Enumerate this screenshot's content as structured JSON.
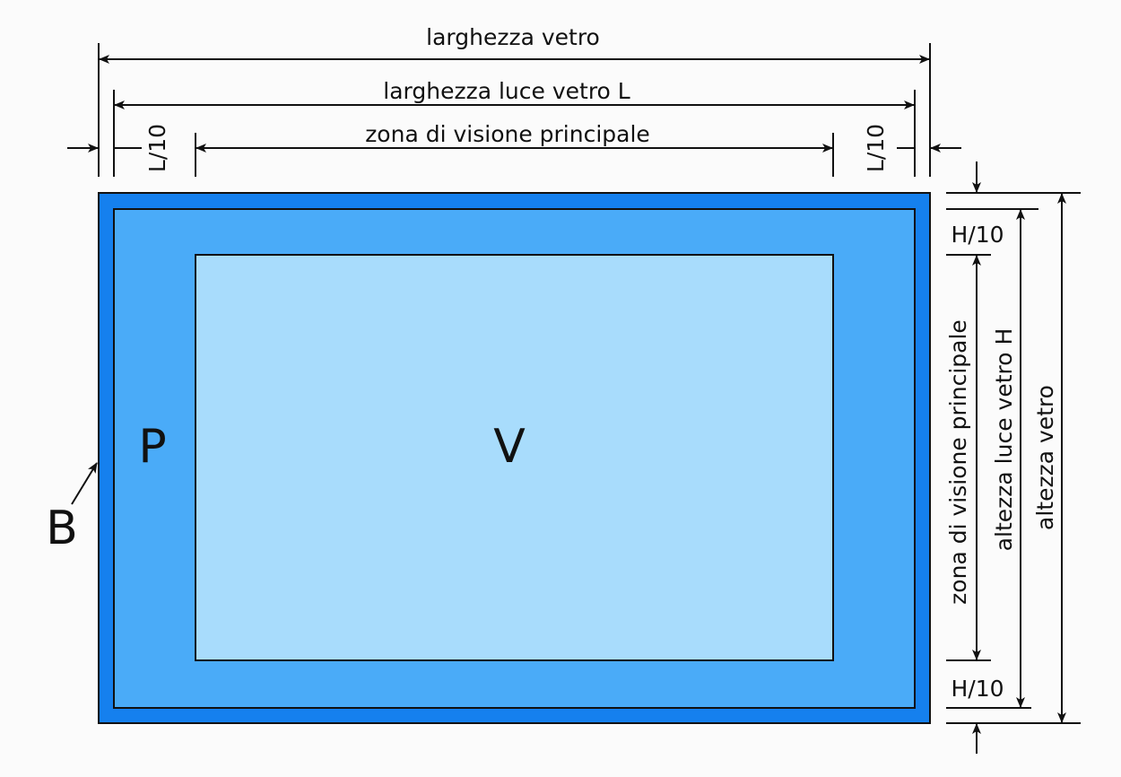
{
  "labels": {
    "glass_width": "larghezza vetro",
    "glass_clear_width": "larghezza luce vetro L",
    "main_vision_zone_h": "zona di visione principale",
    "l10_left": "L/10",
    "l10_right": "L/10",
    "h10_top": "H/10",
    "h10_bottom": "H/10",
    "main_vision_zone_v": "zona di visione principale",
    "glass_clear_height": "altezza luce vetro H",
    "glass_height": "altezza vetro",
    "zone_p": "P",
    "zone_v": "V",
    "zone_b": "B"
  },
  "colors": {
    "border_b": "#1580ee",
    "perimeter_p": "#4aabf8",
    "vision_v": "#a8dcfc"
  }
}
